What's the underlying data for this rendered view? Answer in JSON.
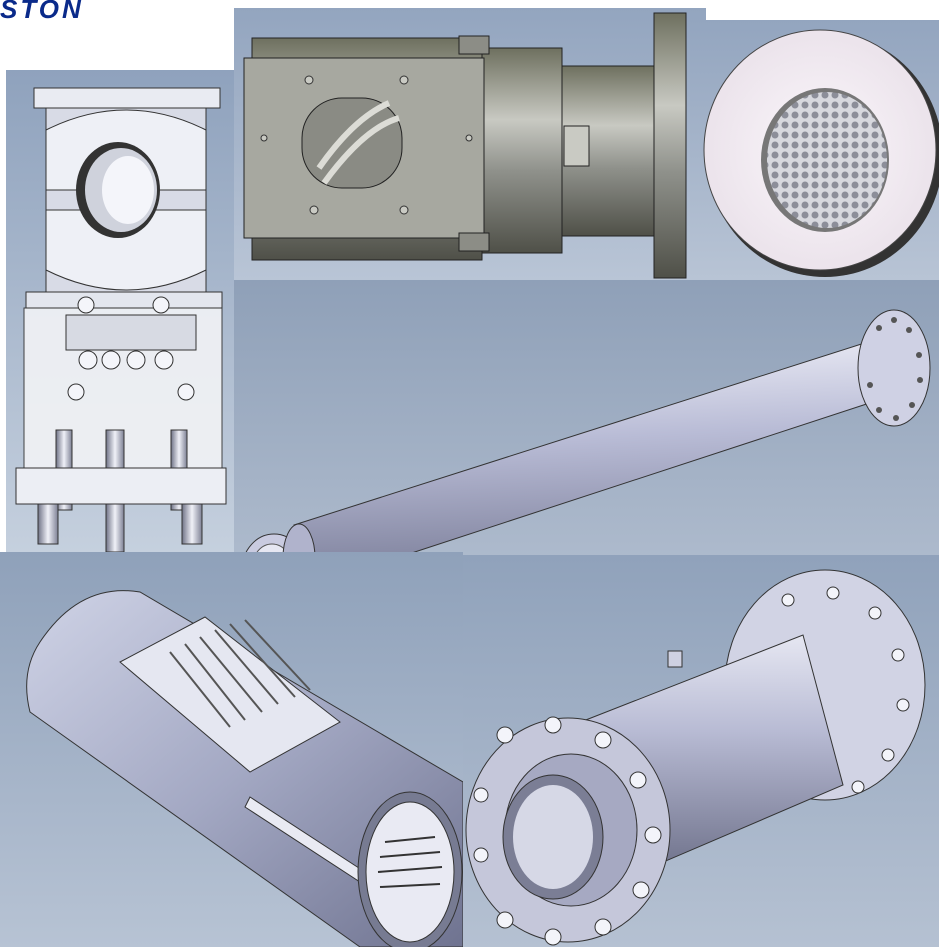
{
  "header": {
    "brand_text": "STON"
  },
  "colors": {
    "brand": "#0a2a8a",
    "background_blue": "#9fb1c9",
    "metal_light": "#e9ebf5",
    "metal_mid": "#b6bbd4",
    "metal_dark": "#5b5e6c",
    "olive_metal": "#8f918b"
  },
  "parts": [
    {
      "name": "extruder-assembly"
    },
    {
      "name": "feed-section-housing"
    },
    {
      "name": "breaker-plate"
    },
    {
      "name": "extruder-screw-shaft"
    },
    {
      "name": "grooved-feed-sleeve"
    },
    {
      "name": "flanged-barrel-section"
    }
  ]
}
